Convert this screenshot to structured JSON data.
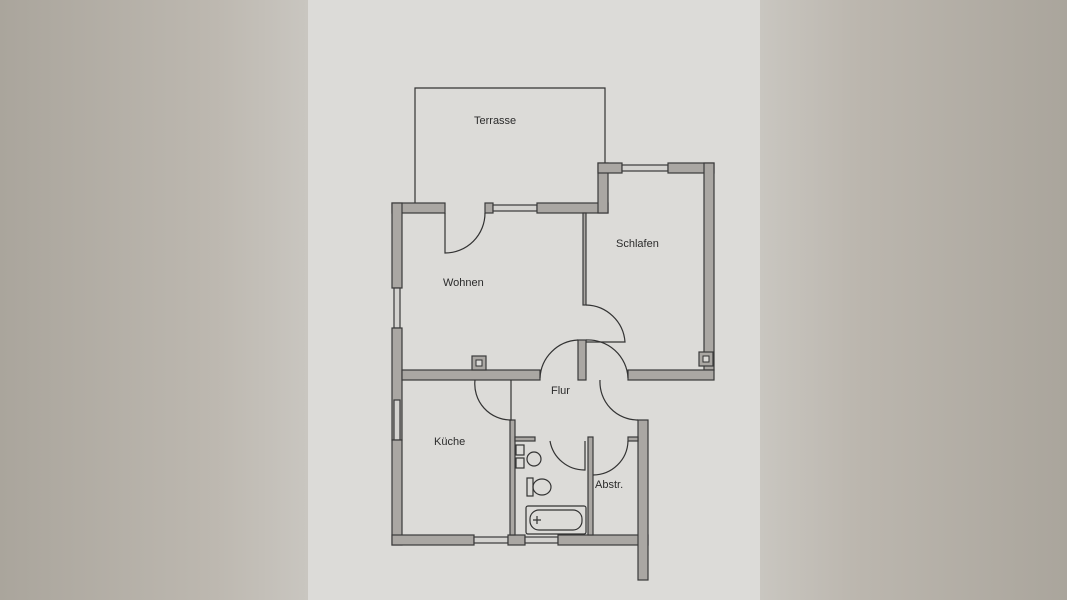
{
  "floor_plan": {
    "rooms": {
      "terrace": "Terrasse",
      "living": "Wohnen",
      "bedroom": "Schlafen",
      "hall": "Flur",
      "kitchen": "Küche",
      "storage": "Abstr."
    },
    "colors": {
      "paper": "#dcdbd8",
      "wall": "#aaa7a3",
      "line": "#333333"
    }
  }
}
